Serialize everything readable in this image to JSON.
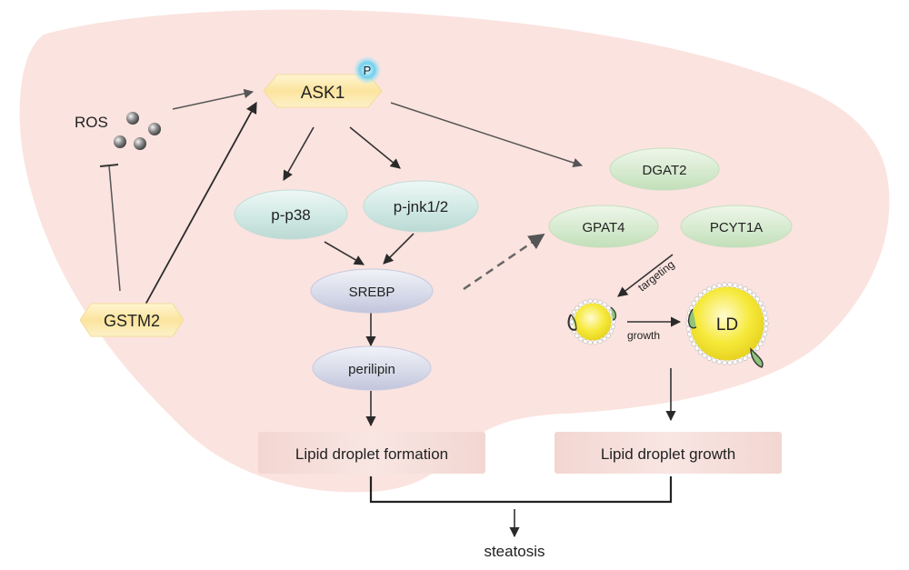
{
  "nodes": {
    "ask1": "ASK1",
    "phospho": "P",
    "ros": "ROS",
    "gstm2": "GSTM2",
    "p38": "p-p38",
    "jnk": "p-jnk1/2",
    "srebp": "SREBP",
    "perilipin": "perilipin",
    "dgat2": "DGAT2",
    "gpat4": "GPAT4",
    "pcyt1a": "PCYT1A",
    "ld": "LD",
    "formation": "Lipid droplet formation",
    "growth_box": "Lipid droplet growth",
    "steatosis": "steatosis"
  },
  "edges": {
    "targeting": "targeting",
    "growth": "growth"
  },
  "colors": {
    "liver_bg": "#fbe3df",
    "hexagon": "#fbe9b4",
    "teal_oval": "#d3ebe7",
    "violet_oval": "#d9dcea",
    "green_oval": "#d8ecd2",
    "box": "#f6dcd8",
    "droplet": "#f7ec3c"
  }
}
